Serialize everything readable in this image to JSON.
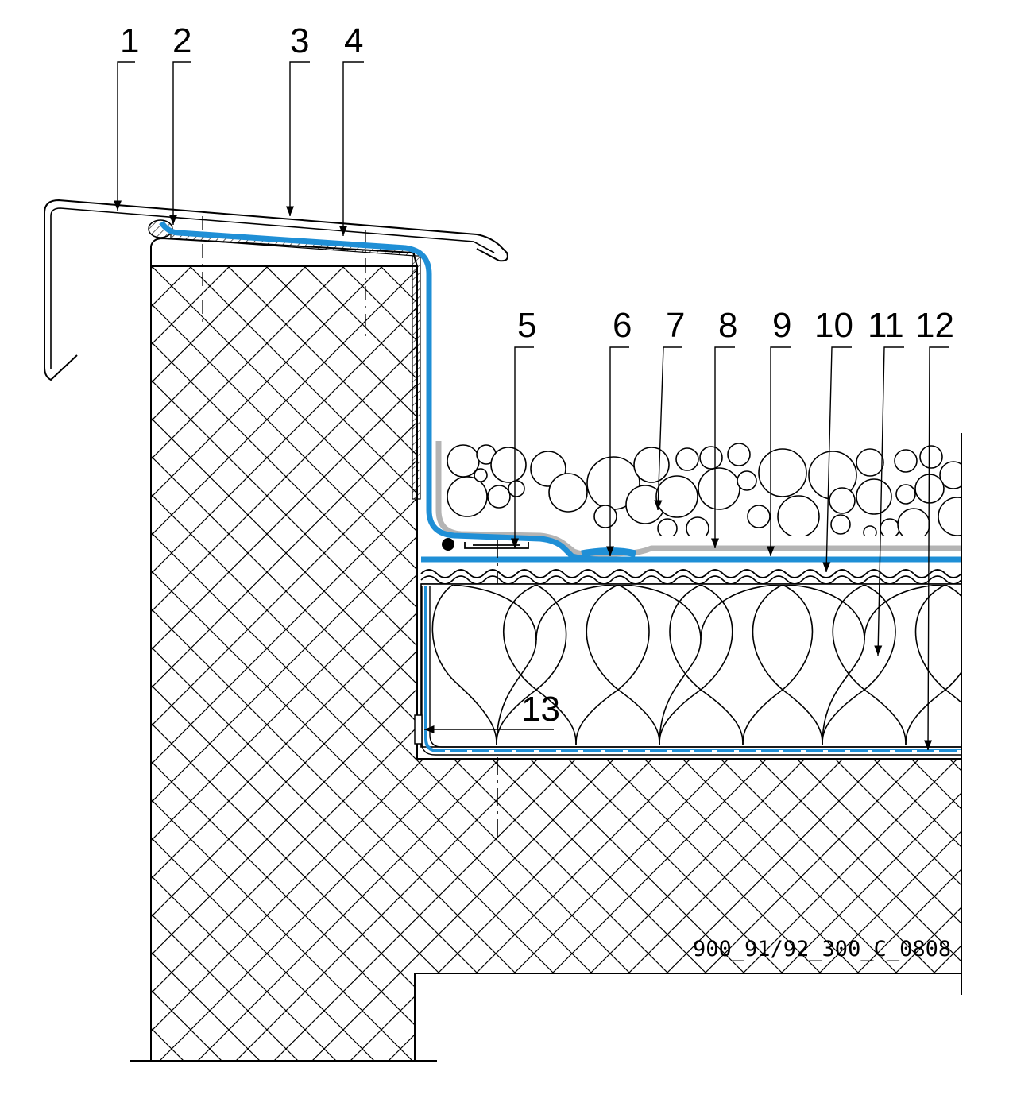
{
  "drawing": {
    "code": "900_91/92_300_C_0808",
    "callouts": [
      "1",
      "2",
      "3",
      "4",
      "5",
      "6",
      "7",
      "8",
      "9",
      "10",
      "11",
      "12",
      "13"
    ]
  },
  "colors": {
    "membrane": "#1f8fd6",
    "protection": "#b4b4b4",
    "line": "#000000",
    "background": "#ffffff"
  }
}
